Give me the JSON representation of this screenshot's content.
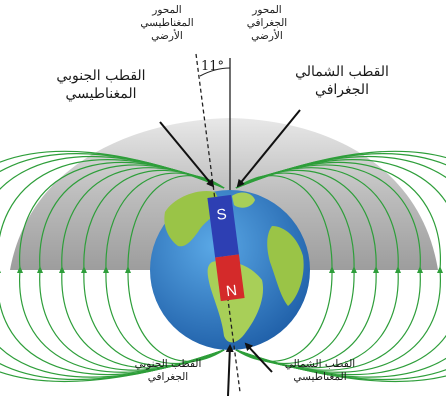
{
  "labels": {
    "magnetic_axis": "المحور\nالمغناطيسي\nالأرضي",
    "geographic_axis": "المحور\nالجغرافي\nالأرضي",
    "magnetic_south_pole": "القطب الجنوبي\nالمغناطيسي",
    "geographic_north_pole": "القطب الشمالي\nالجغرافي",
    "geographic_south_pole": "القطب الجنوبي\nالجغرافي",
    "magnetic_north_pole": "القطب الشمالي\nالمغناطيسي",
    "angle": "11°"
  },
  "magnet": {
    "top_pole": "S",
    "bottom_pole": "N",
    "top_color": "#2d3fb3",
    "bottom_color": "#d42a2a"
  },
  "colors": {
    "field_lines": "#2e9e3a",
    "ocean": "#2f7fc8",
    "land": "#9ac447",
    "shadow": "#a9a9a9"
  }
}
